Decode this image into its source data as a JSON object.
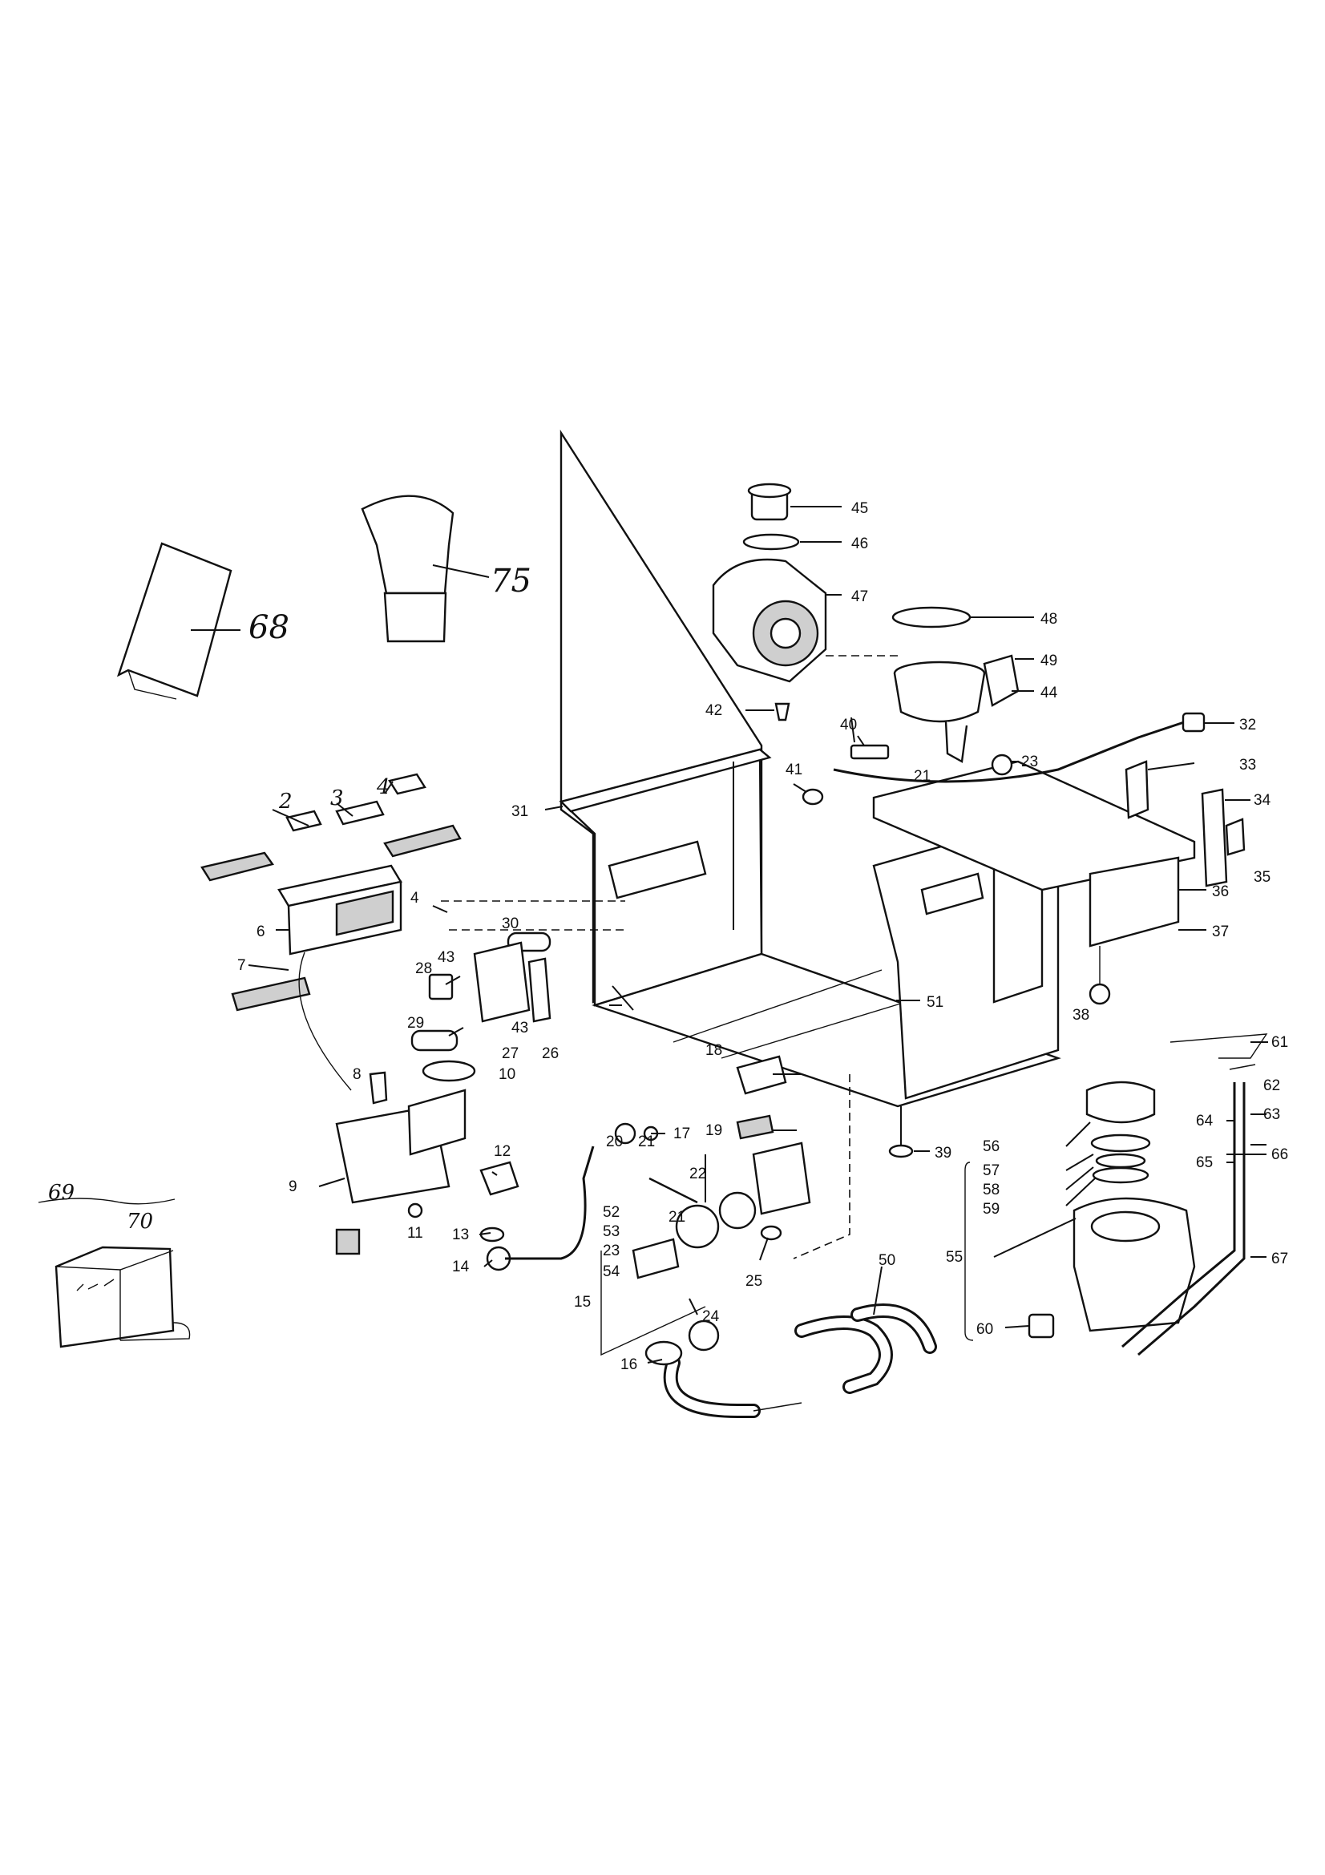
{
  "labels": {
    "l2": "2",
    "l3": "3",
    "l4a": "4",
    "l4b": "4",
    "l6": "6",
    "l7": "7",
    "l8": "8",
    "l9": "9",
    "l10": "10",
    "l11": "11",
    "l12": "12",
    "l13": "13",
    "l14": "14",
    "l15": "15",
    "l16": "16",
    "l17": "17",
    "l18": "18",
    "l19": "19",
    "l20": "20",
    "l21a": "21",
    "l21b": "21",
    "l21c": "21",
    "l22": "22",
    "l23a": "23",
    "l23b": "23",
    "l24": "24",
    "l25": "25",
    "l26": "26",
    "l27": "27",
    "l28": "28",
    "l29": "29",
    "l30": "30",
    "l31": "31",
    "l32": "32",
    "l33": "33",
    "l34": "34",
    "l35": "35",
    "l36": "36",
    "l37": "37",
    "l38": "38",
    "l39": "39",
    "l40": "40",
    "l41": "41",
    "l42": "42",
    "l43a": "43",
    "l43b": "43",
    "l44": "44",
    "l45": "45",
    "l46": "46",
    "l47": "47",
    "l48": "48",
    "l49": "49",
    "l50": "50",
    "l51": "51",
    "l52": "52",
    "l53": "53",
    "l54": "54",
    "l55": "55",
    "l56": "56",
    "l57": "57",
    "l58": "58",
    "l59": "59",
    "l60": "60",
    "l61": "61",
    "l62": "62",
    "l63": "63",
    "l64": "64",
    "l65": "65",
    "l66": "66",
    "l67": "67",
    "l68": "68",
    "l69": "69",
    "l70": "70",
    "l75": "75"
  }
}
